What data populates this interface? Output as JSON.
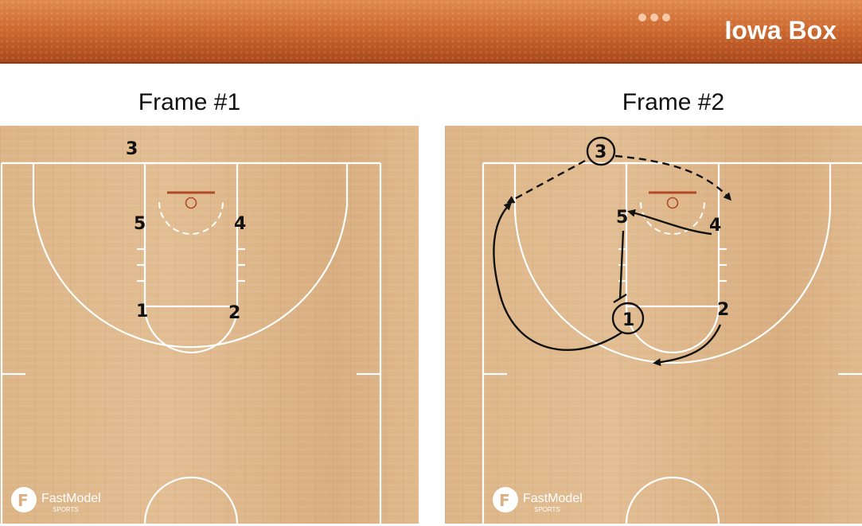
{
  "header": {
    "title": "Iowa Box",
    "menu_icon": "ellipsis-icon"
  },
  "frames": [
    {
      "title": "Frame #1",
      "players": [
        "3",
        "5",
        "4",
        "1",
        "2"
      ],
      "logo": {
        "brand": "FastModel",
        "sub": "SPORTS"
      }
    },
    {
      "title": "Frame #2",
      "players": [
        "3",
        "5",
        "4",
        "1",
        "2"
      ],
      "logo": {
        "brand": "FastModel",
        "sub": "SPORTS"
      }
    }
  ]
}
